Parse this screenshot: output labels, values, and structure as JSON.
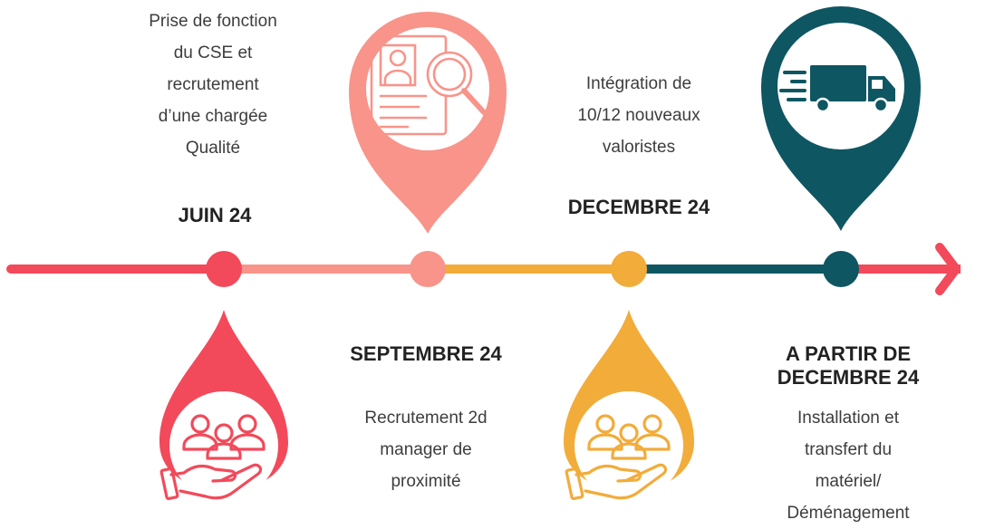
{
  "milestones": [
    {
      "date": "JUIN 24",
      "desc": [
        "Prise de fonction",
        "du CSE et",
        "recrutement",
        "d’une chargée",
        "Qualité"
      ],
      "color": "#f24a5a",
      "icon": "hand-people-icon"
    },
    {
      "date": "SEPTEMBRE 24",
      "desc": [
        "Recrutement 2d",
        "manager de",
        "proximité"
      ],
      "color": "#f8948a",
      "icon": "resume-search-icon"
    },
    {
      "date": "DECEMBRE 24",
      "desc": [
        "Intégration de",
        "10/12 nouveaux",
        "valoristes"
      ],
      "color": "#f2ac3a",
      "icon": "hand-people-icon"
    },
    {
      "date": [
        "A PARTIR DE",
        "DECEMBRE 24"
      ],
      "desc": [
        "Installation et",
        "transfert du",
        "matériel/",
        "Déménagement"
      ],
      "color": "#0e5662",
      "icon": "delivery-truck-icon"
    }
  ],
  "arrow_color": "#f24a5a"
}
